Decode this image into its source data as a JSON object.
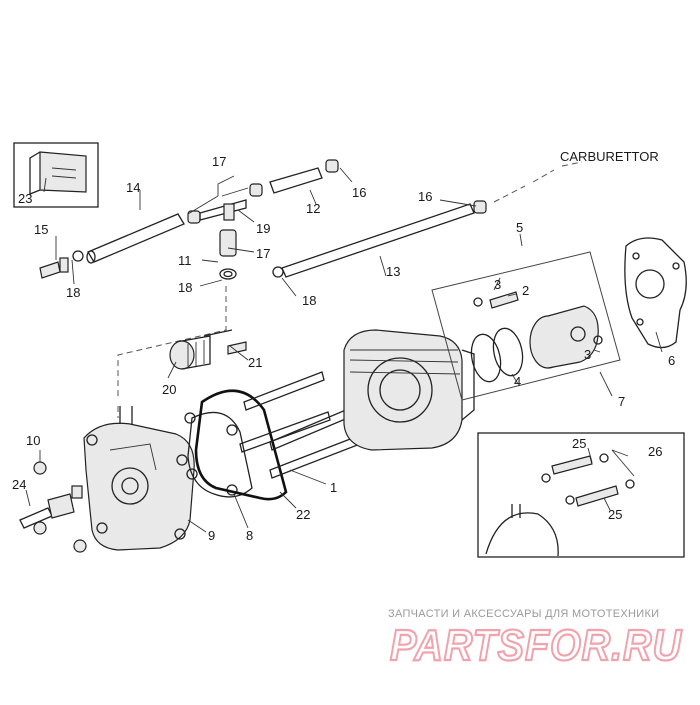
{
  "labels": {
    "carburettor": "CARBURETTOR",
    "p1": "1",
    "p2": "2",
    "p3a": "3",
    "p3b": "3",
    "p4": "4",
    "p5": "5",
    "p6": "6",
    "p7": "7",
    "p8": "8",
    "p9": "9",
    "p10": "10",
    "p11": "11",
    "p12": "12",
    "p13": "13",
    "p14": "14",
    "p15": "15",
    "p16a": "16",
    "p16b": "16",
    "p17a": "17",
    "p17b": "17",
    "p18a": "18",
    "p18b": "18",
    "p18c": "18",
    "p19": "19",
    "p20": "20",
    "p21": "21",
    "p22": "22",
    "p23": "23",
    "p24": "24",
    "p25a": "25",
    "p25b": "25",
    "p26": "26"
  },
  "watermark": {
    "tagline": "ЗАПЧАСТИ И АКСЕССУАРЫ ДЛЯ МОТОТЕХНИКИ",
    "brand": "PARTSFOR.RU"
  }
}
